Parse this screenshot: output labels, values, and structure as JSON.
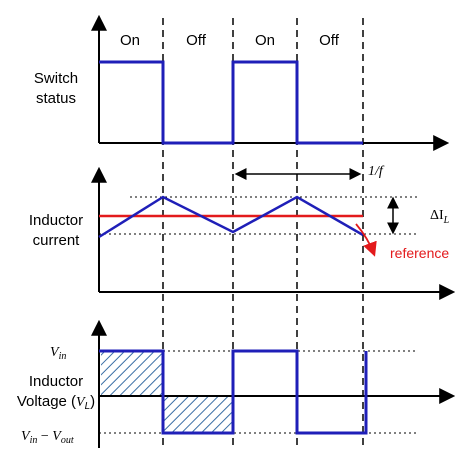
{
  "phases": {
    "on1": "On",
    "off1": "Off",
    "on2": "On",
    "off2": "Off"
  },
  "labels": {
    "switch_line1": "Switch",
    "switch_line2": "status",
    "current_line1": "Inductor",
    "current_line2": "current",
    "voltage_line1": "Inductor",
    "voltage_line2_prefix": "Voltage (",
    "voltage_line2_var": "V",
    "voltage_line2_sub": "L",
    "voltage_line2_suffix": ")",
    "period": "1/f",
    "ripple_delta": "ΔI",
    "ripple_sub": "L",
    "reference": "reference",
    "vin_var": "V",
    "vin_sub": "in",
    "vdiff_v1": "V",
    "vdiff_sub1": "in",
    "vdiff_minus": " − ",
    "vdiff_v2": "V",
    "vdiff_sub2": "out"
  },
  "colors": {
    "waveform": "#1f1fb8",
    "reference": "#e31a1c",
    "hatch": "#3a6ea5",
    "axis": "#000000"
  }
}
